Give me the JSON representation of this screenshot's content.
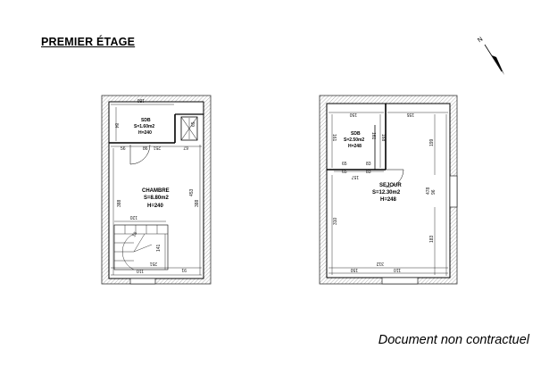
{
  "title": "PREMIER ÉTAGE",
  "disclaimer": "Document non contractuel",
  "north_label": "N",
  "left_plan": {
    "sdb": {
      "name": "SDB",
      "area": "S=1.60m2",
      "height": "H=240"
    },
    "chambre": {
      "name": "CHAMBRE",
      "area": "S=8.80m2",
      "height": "H=240"
    },
    "stairs_label": "16",
    "dims": {
      "top": "180",
      "sdb_left": "84",
      "sdb_right": "65",
      "d56": "56",
      "d86": "86",
      "d251_top": "251",
      "d67": "67",
      "left_height": "388",
      "right_height": "388",
      "total_height": "453",
      "stair_width": "120",
      "stair_depth": "141",
      "d251_bottom": "251",
      "d91": "91",
      "bottom_110": "110"
    }
  },
  "right_plan": {
    "sdb": {
      "name": "SDB",
      "area": "S=2.50m2",
      "height": "H=248"
    },
    "sejour": {
      "name": "SEJOUR",
      "area": "S=12.30m2",
      "height": "H=248"
    },
    "dims": {
      "top_150": "150",
      "top_155": "155",
      "sdb_161": "161",
      "sdb_168": "168",
      "right_199": "199",
      "right_478": "478",
      "right_96": "96",
      "right_183": "183",
      "d65a": "65",
      "d65b": "65",
      "d83a": "83",
      "d83b": "83",
      "d157": "157",
      "left_310": "310",
      "bottom_150": "150",
      "bottom_110": "110",
      "total_312": "312"
    }
  }
}
